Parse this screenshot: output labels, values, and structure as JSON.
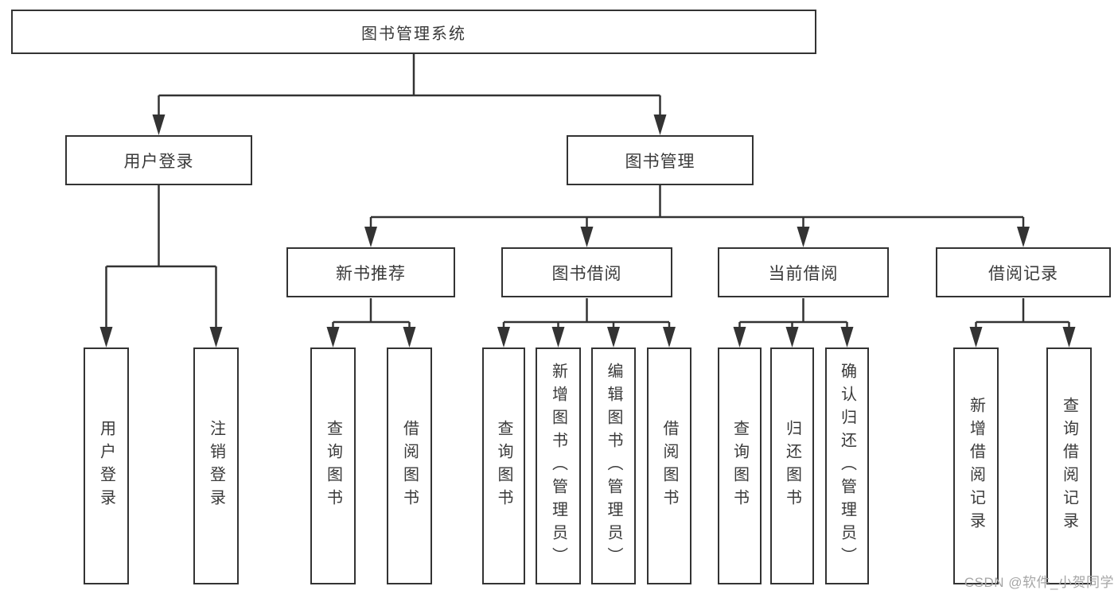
{
  "diagram": {
    "root": "图书管理系统",
    "level2": {
      "user_login": "用户登录",
      "book_mgmt": "图书管理"
    },
    "level3": {
      "new_book": "新书推荐",
      "borrow": "图书借阅",
      "current": "当前借阅",
      "records": "借阅记录"
    },
    "leaves": {
      "ul_login": "用户登录",
      "ul_logout": "注销登录",
      "nb_query": "查询图书",
      "nb_borrow": "借阅图书",
      "bb_query": "查询图书",
      "bb_add": "新增图书（管理员）",
      "bb_edit": "编辑图书（管理员）",
      "bb_borrow": "借阅图书",
      "cb_query": "查询图书",
      "cb_return": "归还图书",
      "cb_confirm": "确认归还（管理员）",
      "rec_add": "新增借阅记录",
      "rec_query": "查询借阅记录"
    }
  },
  "watermark": "CSDN @软件_小贺同学",
  "colors": {
    "line": "#333333",
    "border": "#333333",
    "text": "#3a3a3a",
    "watermark": "#a6a6a6",
    "background": "#ffffff"
  }
}
